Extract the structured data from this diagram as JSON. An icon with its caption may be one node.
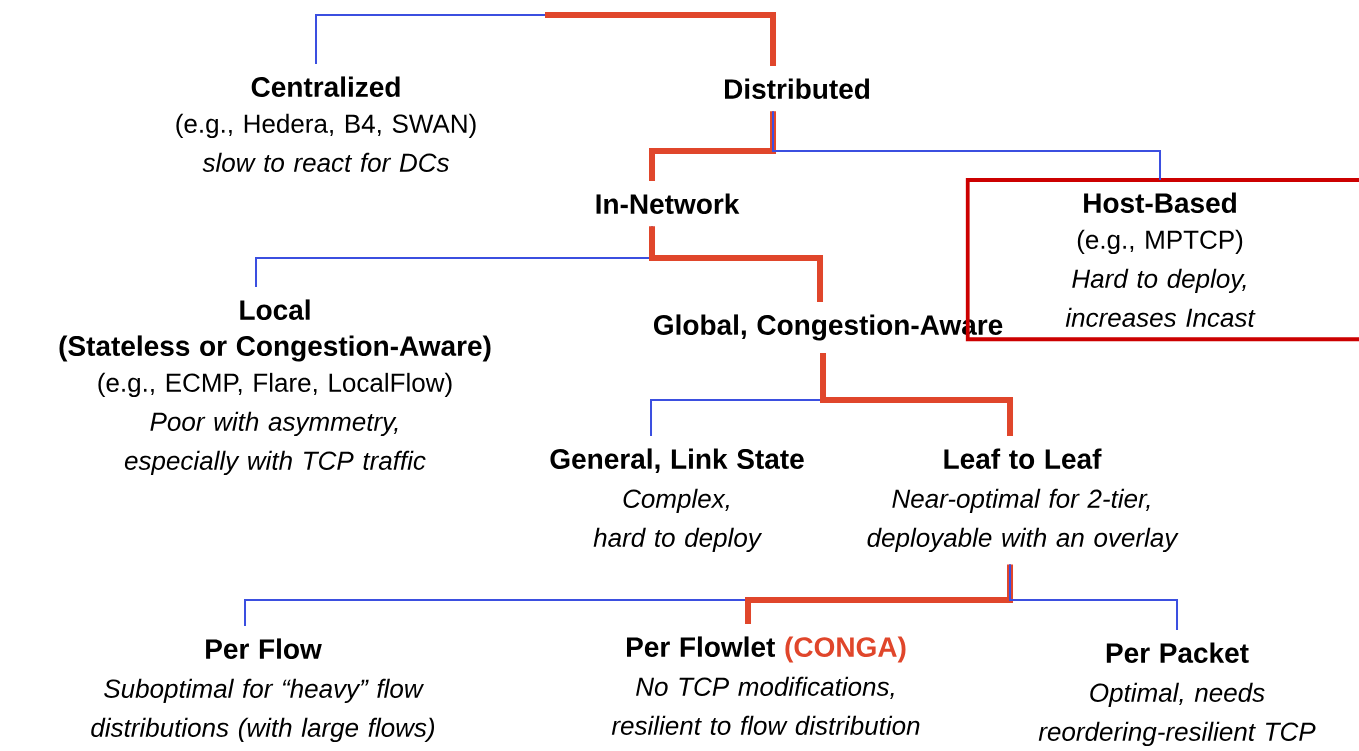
{
  "diagram": {
    "nodes": [
      {
        "text": [
          "Centralized",
          "(e.g., Hedera, B4, SWAN)",
          "slow to react for DCs"
        ]
      },
      {
        "text": [
          "Distributed"
        ]
      },
      {
        "text": [
          "In-Network"
        ]
      },
      {
        "text": [],
        "shape": "box"
      },
      {
        "text": [
          "Host-Based",
          "(e.g., MPTCP)",
          "Hard to deploy, increases Incast"
        ],
        "in": 3
      },
      {
        "text": [
          "Local",
          "(Stateless or Congestion-Aware)",
          "(e.g., ECMP, Flare, LocalFlow)",
          "Poor with asymmetry, especially with TCP traffic"
        ]
      },
      {
        "text": [
          "Global, Congestion-Aware"
        ]
      },
      {
        "text": [
          "General, Link State",
          "Complex, hard to deploy"
        ]
      },
      {
        "text": [
          "Leaf to Leaf",
          "Near-optimal for 2-tier, deployable with an overlay"
        ]
      },
      {
        "text": [
          "Per Flow",
          "Suboptimal for “heavy” flow distributions (with large flows)"
        ]
      },
      {
        "text": [
          "Per Flowlet",
          "(CONGA)",
          "No TCP modifications, resilient to flow distribution"
        ]
      },
      {
        "text": [
          "Per Packet",
          "Optimal, needs reordering-resilient TCP"
        ]
      }
    ],
    "edges": [
      {
        "from": null,
        "to": 0,
        "arrow": "none"
      },
      {
        "from": null,
        "to": 1,
        "arrow": "none",
        "style": "thick",
        "color": "#e0462b"
      },
      {
        "from": 1,
        "to": 2,
        "arrow": "none",
        "style": "thick",
        "color": "#e0462b"
      },
      {
        "from": 1,
        "to": 4,
        "arrow": "none"
      },
      {
        "from": 2,
        "to": 5,
        "arrow": "none"
      },
      {
        "from": 2,
        "to": 6,
        "arrow": "none",
        "style": "thick",
        "color": "#e0462b"
      },
      {
        "from": 6,
        "to": 7,
        "arrow": "none"
      },
      {
        "from": 6,
        "to": 8,
        "arrow": "none",
        "style": "thick",
        "color": "#e0462b"
      },
      {
        "from": 8,
        "to": 9,
        "arrow": "none"
      },
      {
        "from": 8,
        "to": 10,
        "arrow": "none",
        "style": "thick",
        "color": "#e0462b"
      },
      {
        "from": 8,
        "to": 11,
        "arrow": "none"
      }
    ]
  }
}
